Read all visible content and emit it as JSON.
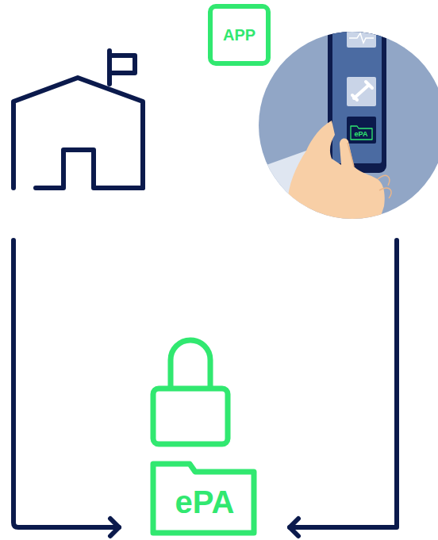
{
  "diagram": {
    "nodes": [
      {
        "text": [
          "APP"
        ]
      },
      {
        "text": [
          "ePA"
        ]
      },
      {
        "text": [
          "ePA"
        ]
      }
    ],
    "edges": [
      {
        "from": 1,
        "to": 2,
        "arrow": "to"
      }
    ]
  }
}
